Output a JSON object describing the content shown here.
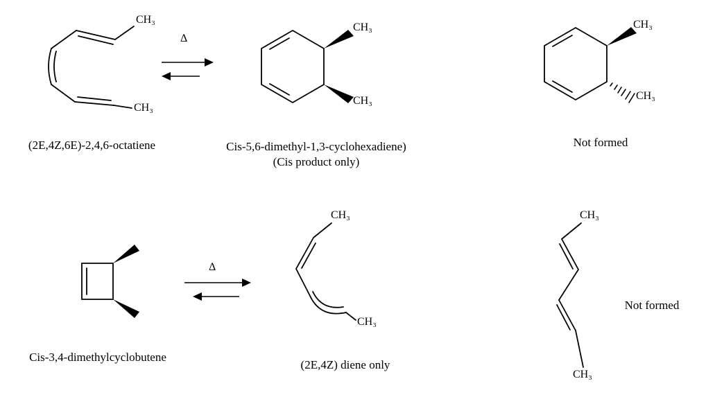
{
  "colors": {
    "ink": "#000000",
    "background": "#ffffff"
  },
  "symbols": {
    "delta": "Δ",
    "ch3": "CH₃"
  },
  "reaction_top": {
    "reactant_label": "(2E,4Z,6E)-2,4,6-octatiene",
    "product_label_line1": "Cis-5,6-dimethyl-1,3-cyclohexadiene)",
    "product_label_line2": "(Cis product only)",
    "not_formed_label": "Not formed"
  },
  "reaction_bottom": {
    "reactant_label": "Cis-3,4-dimethylcyclobutene",
    "product_label": "(2E,4Z) diene only",
    "not_formed_label": "Not formed"
  }
}
